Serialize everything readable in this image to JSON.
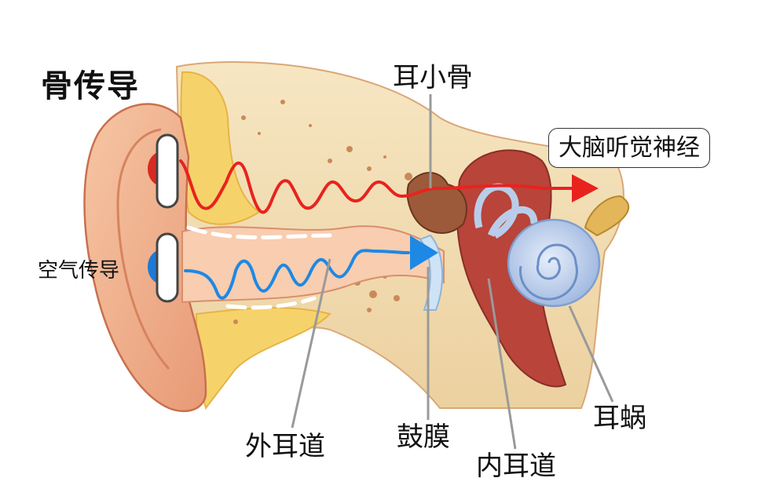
{
  "labels": {
    "bone_conduction": "骨传导",
    "air_conduction": "空气传导",
    "ossicles": "耳小骨",
    "auditory_nerve": "大脑听觉神经",
    "ear_canal": "外耳道",
    "eardrum": "鼓膜",
    "inner_canal": "内耳道",
    "cochlea": "耳蜗"
  },
  "colors": {
    "bone_wave": "#e8231e",
    "air_wave": "#1e88e5",
    "skin": "#f2b48e",
    "skin_light": "#f8d2b4",
    "bone": "#f3dfb2",
    "fat": "#f6d36a",
    "cochlea": "#b9cdea",
    "leader": "#9a9a9a"
  },
  "icons": [
    "earbud-red-icon",
    "earbud-blue-icon",
    "arrow-right-icon"
  ]
}
